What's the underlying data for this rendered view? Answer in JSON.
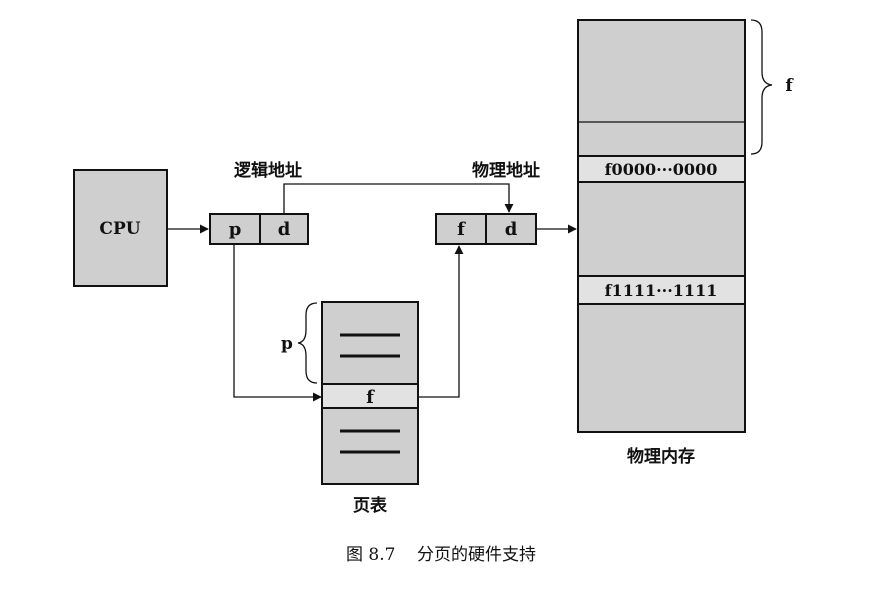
{
  "cpu_label": "CPU",
  "logical_address_label": "逻辑地址",
  "physical_address_label": "物理地址",
  "logical_fields": {
    "page": "p",
    "offset": "d"
  },
  "physical_fields": {
    "frame": "f",
    "offset": "d"
  },
  "page_table": {
    "label": "页表",
    "entry": "f",
    "brace_label": "p"
  },
  "memory": {
    "label": "物理内存",
    "frame_brace_label": "f",
    "frame_start": "f0000···0000",
    "frame_end": "f1111···1111"
  },
  "caption": "图 8.7    分页的硬件支持"
}
